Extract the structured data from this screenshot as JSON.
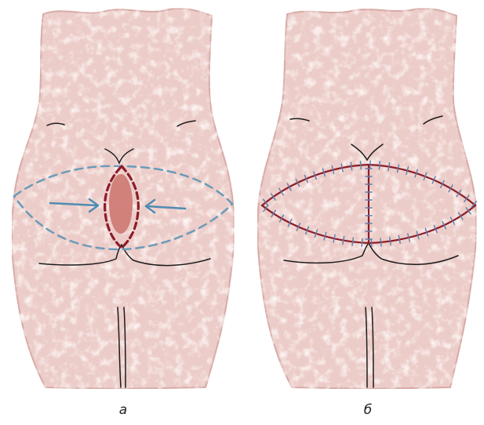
{
  "panels": [
    {
      "id": "a",
      "caption": "а",
      "description_none": "",
      "colors": {
        "skin": "#ecccc8",
        "skin_border": "#d7aaa6",
        "outline": "#1c1c1c",
        "excision_dash": "#8c1c28",
        "wound_fill": "#cf7c76",
        "flap_dash": "#6b9bb8",
        "arrow": "#4f8cb2"
      }
    },
    {
      "id": "b",
      "caption": "б",
      "colors": {
        "skin": "#ecccc8",
        "skin_border": "#d7aaa6",
        "outline": "#1c1c1c",
        "suture_line": "#8c1c28",
        "suture_stitches": "#5a7fae"
      }
    }
  ]
}
